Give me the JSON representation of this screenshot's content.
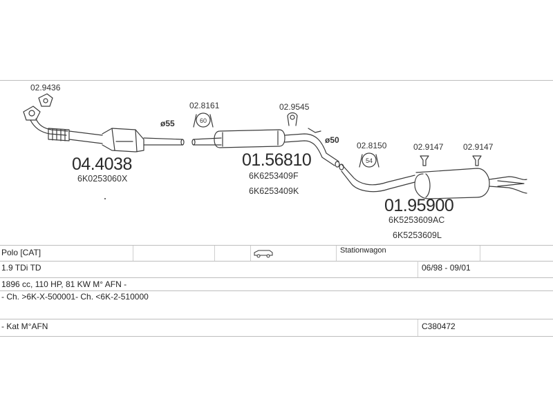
{
  "parts": {
    "p1": {
      "main": "04.4038",
      "oem": [
        "6K0253060X"
      ],
      "fitting": "02.9436"
    },
    "p2": {
      "main": "01.56810",
      "oem": [
        "6K6253409F",
        "6K6253409K"
      ],
      "fitting_a": "02.8161",
      "fitting_b": "02.9545",
      "ring_label": "60"
    },
    "p3": {
      "main": "01.95900",
      "oem": [
        "6K5253609AC",
        "6K5253609L"
      ],
      "fitting_a": "02.8150",
      "fitting_b": "02.9147",
      "fitting_c": "02.9147",
      "ring_label": "54"
    },
    "diameters": {
      "d1": "ø55",
      "d2": "ø50"
    }
  },
  "table": {
    "row1": {
      "model": "Polo  [CAT]",
      "body": "Stationwagon",
      "body_icon": "station-wagon-icon"
    },
    "row2": {
      "engine": "1.9 TDi TD",
      "years": "06/98 - 09/01"
    },
    "row3": {
      "spec": "1896 cc, 110 HP, 81 KW M° AFN -"
    },
    "row4": {
      "chassis": "- Ch. >6K-X-500001- Ch. <6K-2-510000"
    },
    "row5": {
      "cat": "- Kat M°AFN",
      "code": "C380472"
    }
  },
  "colors": {
    "line": "#3a3a3a",
    "grid": "#bdbdbd"
  }
}
